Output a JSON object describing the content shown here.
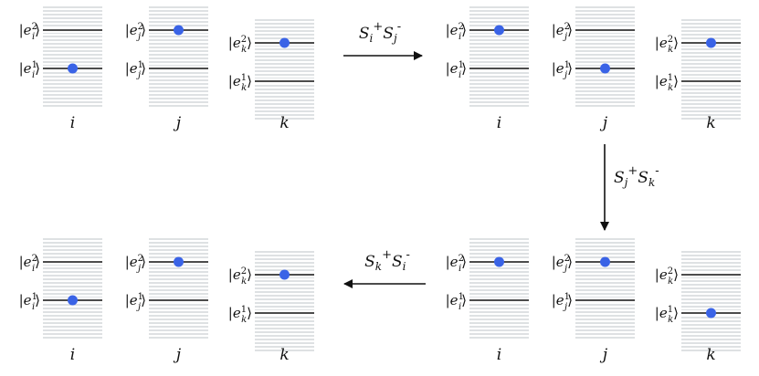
{
  "groups": [
    {
      "name": "top-left",
      "sites": [
        {
          "label": "i",
          "occupied": 1
        },
        {
          "label": "j",
          "occupied": 2
        },
        {
          "label": "k",
          "occupied": 2
        }
      ]
    },
    {
      "name": "top-right",
      "sites": [
        {
          "label": "i",
          "occupied": 2
        },
        {
          "label": "j",
          "occupied": 1
        },
        {
          "label": "k",
          "occupied": 2
        }
      ]
    },
    {
      "name": "bottom-right",
      "sites": [
        {
          "label": "i",
          "occupied": 2
        },
        {
          "label": "j",
          "occupied": 2
        },
        {
          "label": "k",
          "occupied": 1
        }
      ]
    },
    {
      "name": "bottom-left",
      "sites": [
        {
          "label": "i",
          "occupied": 1
        },
        {
          "label": "j",
          "occupied": 2
        },
        {
          "label": "k",
          "occupied": 2
        }
      ]
    }
  ],
  "transitions": [
    {
      "name": "Si+Sj-",
      "from": "top-left",
      "to": "top-right",
      "op_base_1": "S",
      "op_sub_1": "i",
      "op_sup_1": "+",
      "op_base_2": "S",
      "op_sub_2": "j",
      "op_sup_2": "-"
    },
    {
      "name": "Sj+Sk-",
      "from": "top-right",
      "to": "bottom-right",
      "op_base_1": "S",
      "op_sub_1": "j",
      "op_sup_1": "+",
      "op_base_2": "S",
      "op_sub_2": "k",
      "op_sup_2": "-"
    },
    {
      "name": "Sk+Si-",
      "from": "bottom-right",
      "to": "bottom-left",
      "op_base_1": "S",
      "op_sub_1": "k",
      "op_sup_1": "+",
      "op_base_2": "S",
      "op_sub_2": "i",
      "op_sup_2": "-"
    }
  ],
  "ket": {
    "left": "|",
    "symbol": "e",
    "right": "⟩",
    "upper_level": "2",
    "lower_level": "1"
  },
  "colors": {
    "electron": "#3a63e6",
    "level": "#111111",
    "band": "#c9cfd2",
    "text": "#111111"
  }
}
